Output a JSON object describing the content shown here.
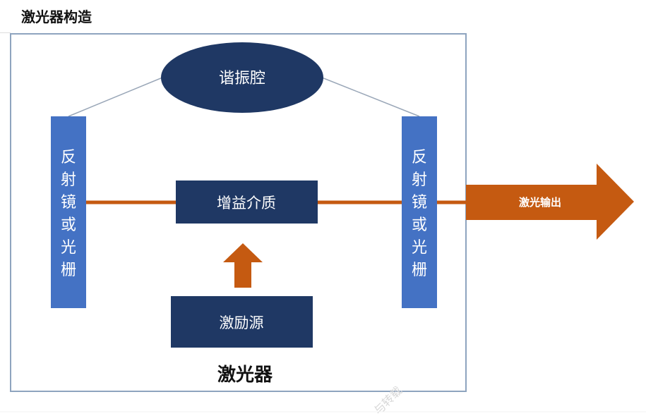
{
  "title": "激光器构造",
  "diagram": {
    "resonator": "谐振腔",
    "mirror_left": [
      "反",
      "射",
      "镜",
      "或",
      "光",
      "栅"
    ],
    "mirror_right": [
      "反",
      "射",
      "镜",
      "或",
      "光",
      "栅"
    ],
    "gain_medium": "增益介质",
    "pump_source": "激励源",
    "laser_label": "激光器",
    "output": "激光输出"
  },
  "watermark": "与转载",
  "colors": {
    "navy": "#1f3864",
    "blue": "#4472c4",
    "orange": "#c55a11"
  }
}
